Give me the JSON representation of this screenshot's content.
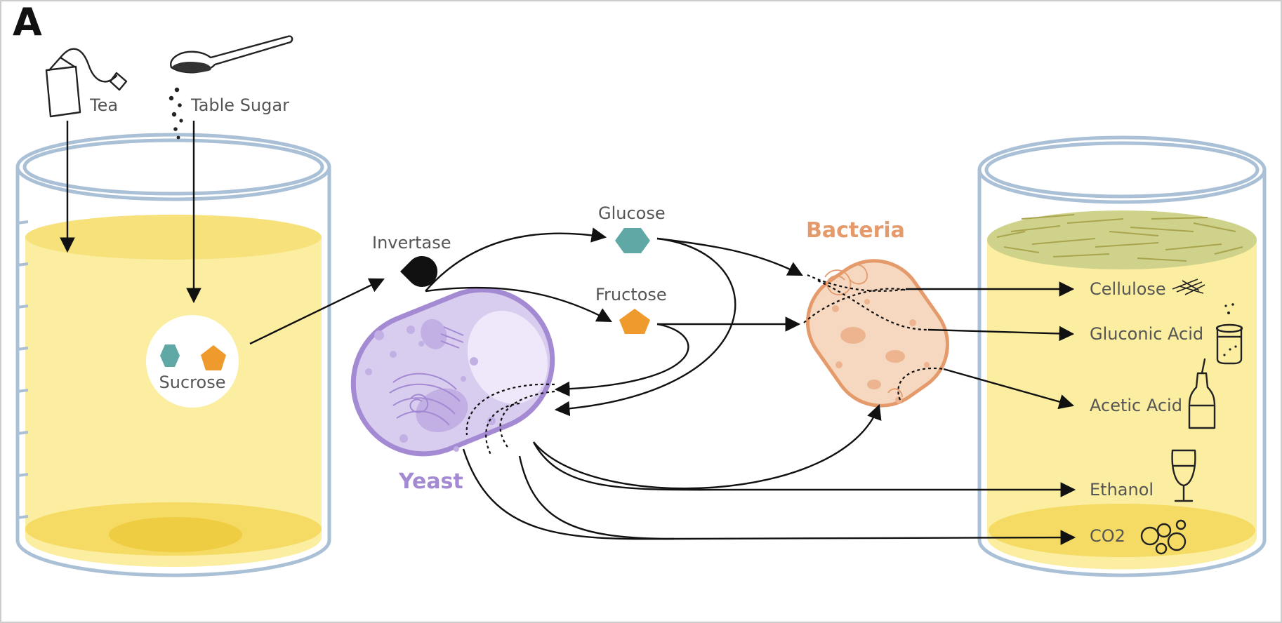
{
  "panel": {
    "letter": "A"
  },
  "inputs": {
    "tea": "Tea",
    "table_sugar": "Table Sugar"
  },
  "molecules": {
    "sucrose": "Sucrose",
    "glucose": "Glucose",
    "fructose": "Fructose"
  },
  "enzyme": {
    "invertase": "Invertase"
  },
  "organisms": {
    "yeast": "Yeast",
    "bacteria": "Bacteria"
  },
  "products": {
    "cellulose": "Cellulose",
    "gluconic_acid": "Gluconic Acid",
    "acetic_acid": "Acetic Acid",
    "ethanol": "Ethanol",
    "co2": "CO2"
  },
  "colors": {
    "glucose": "#5fa8a6",
    "fructose": "#ef9a2c",
    "yeast": "#a48ad2",
    "bacteria": "#e59a6b",
    "liquid": "#fbeea0",
    "glass": "#a9c0d6"
  }
}
